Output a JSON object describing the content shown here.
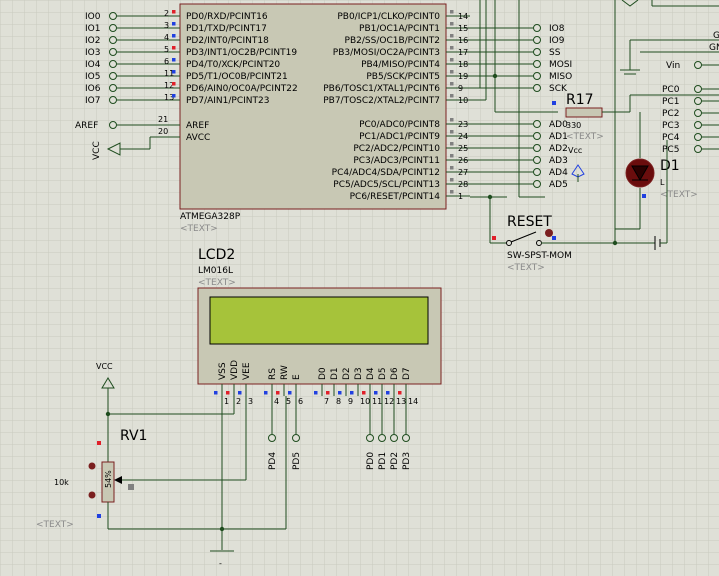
{
  "colors": {
    "background": "#dfe0d7",
    "grid": "#c9cabf",
    "wire": "#1f4d1f",
    "component_fill": "#c8c8b4",
    "component_border": "#7a1f1f",
    "lcd_screen": "#a6c33a",
    "pin_red": "#e0202a",
    "pin_blue": "#2040e0",
    "placeholder_text": "#8a8a8a"
  },
  "mcu": {
    "ref": "ATMEGA328P",
    "placeholder": "<TEXT>",
    "left_pins": [
      {
        "label": "PD0/RXD/PCINT16",
        "num": "2",
        "net": "IO0"
      },
      {
        "label": "PD1/TXD/PCINT17",
        "num": "3",
        "net": "IO1"
      },
      {
        "label": "PD2/INT0/PCINT18",
        "num": "4",
        "net": "IO2"
      },
      {
        "label": "PD3/INT1/OC2B/PCINT19",
        "num": "5",
        "net": "IO3"
      },
      {
        "label": "PD4/T0/XCK/PCINT20",
        "num": "6",
        "net": "IO4"
      },
      {
        "label": "PD5/T1/OC0B/PCINT21",
        "num": "11",
        "net": "IO5"
      },
      {
        "label": "PD6/AIN0/OC0A/PCINT22",
        "num": "12",
        "net": "IO6"
      },
      {
        "label": "PD7/AIN1/PCINT23",
        "num": "13",
        "net": "IO7"
      }
    ],
    "aref": {
      "label": "AREF",
      "num": "21",
      "net": "AREF"
    },
    "avcc": {
      "label": "AVCC",
      "num": "20",
      "net": "VCC"
    },
    "right_pins_top": [
      {
        "label": "PB0/ICP1/CLKO/PCINT0",
        "num": "14",
        "net": ""
      },
      {
        "label": "PB1/OC1A/PCINT1",
        "num": "15",
        "net": "IO8"
      },
      {
        "label": "PB2/SS/OC1B/PCINT2",
        "num": "16",
        "net": "IO9"
      },
      {
        "label": "PB3/MOSI/OC2A/PCINT3",
        "num": "17",
        "net": "SS"
      },
      {
        "label": "PB4/MISO/PCINT4",
        "num": "18",
        "net": "MOSI"
      },
      {
        "label": "PB5/SCK/PCINT5",
        "num": "19",
        "net": "MISO"
      },
      {
        "label": "PB6/TOSC1/XTAL1/PCINT6",
        "num": "9",
        "net": "SCK"
      },
      {
        "label": "PB7/TOSC2/XTAL2/PCINT7",
        "num": "10",
        "net": ""
      }
    ],
    "right_pins_bottom": [
      {
        "label": "PC0/ADC0/PCINT8",
        "num": "23",
        "net": "AD0"
      },
      {
        "label": "PC1/ADC1/PCINT9",
        "num": "24",
        "net": "AD1"
      },
      {
        "label": "PC2/ADC2/PCINT10",
        "num": "25",
        "net": "AD2"
      },
      {
        "label": "PC3/ADC3/PCINT11",
        "num": "26",
        "net": "AD3"
      },
      {
        "label": "PC4/ADC4/SDA/PCINT12",
        "num": "27",
        "net": "AD4"
      },
      {
        "label": "PC5/ADC5/SCL/PCINT13",
        "num": "28",
        "net": "AD5"
      },
      {
        "label": "PC6/RESET/PCINT14",
        "num": "1",
        "net": ""
      }
    ]
  },
  "resistor": {
    "ref": "R17",
    "value": "330",
    "placeholder": "<TEXT>",
    "vcc_label": "Vcc"
  },
  "led": {
    "ref": "D1",
    "sub": "L",
    "placeholder": "<TEXT>"
  },
  "reset_switch": {
    "ref": "RESET",
    "type": "SW-SPST-MOM",
    "placeholder": "<TEXT>"
  },
  "lcd": {
    "ref": "LCD2",
    "model": "LM016L",
    "placeholder": "<TEXT>",
    "pins": [
      {
        "label": "VSS",
        "num": "1"
      },
      {
        "label": "VDD",
        "num": "2"
      },
      {
        "label": "VEE",
        "num": "3"
      },
      {
        "label": "RS",
        "num": "4"
      },
      {
        "label": "RW",
        "num": "5"
      },
      {
        "label": "E",
        "num": "6"
      },
      {
        "label": "D0",
        "num": "7"
      },
      {
        "label": "D1",
        "num": "8"
      },
      {
        "label": "D2",
        "num": "9"
      },
      {
        "label": "D3",
        "num": "10"
      },
      {
        "label": "D4",
        "num": "11"
      },
      {
        "label": "D5",
        "num": "12"
      },
      {
        "label": "D6",
        "num": "13"
      },
      {
        "label": "D7",
        "num": "14"
      }
    ],
    "terminals": [
      "PD4",
      "PD5",
      "PD0",
      "PD1",
      "PD2",
      "PD3"
    ]
  },
  "pot": {
    "ref": "RV1",
    "value": "10k",
    "percent": "54%",
    "placeholder": "<TEXT>",
    "vcc_label": "VCC"
  },
  "right_side": {
    "vin": "Vin",
    "pc_labels": [
      "PC0",
      "PC1",
      "PC2",
      "PC3",
      "PC4",
      "PC5"
    ],
    "g_label": "G",
    "gn_label": "GN"
  }
}
